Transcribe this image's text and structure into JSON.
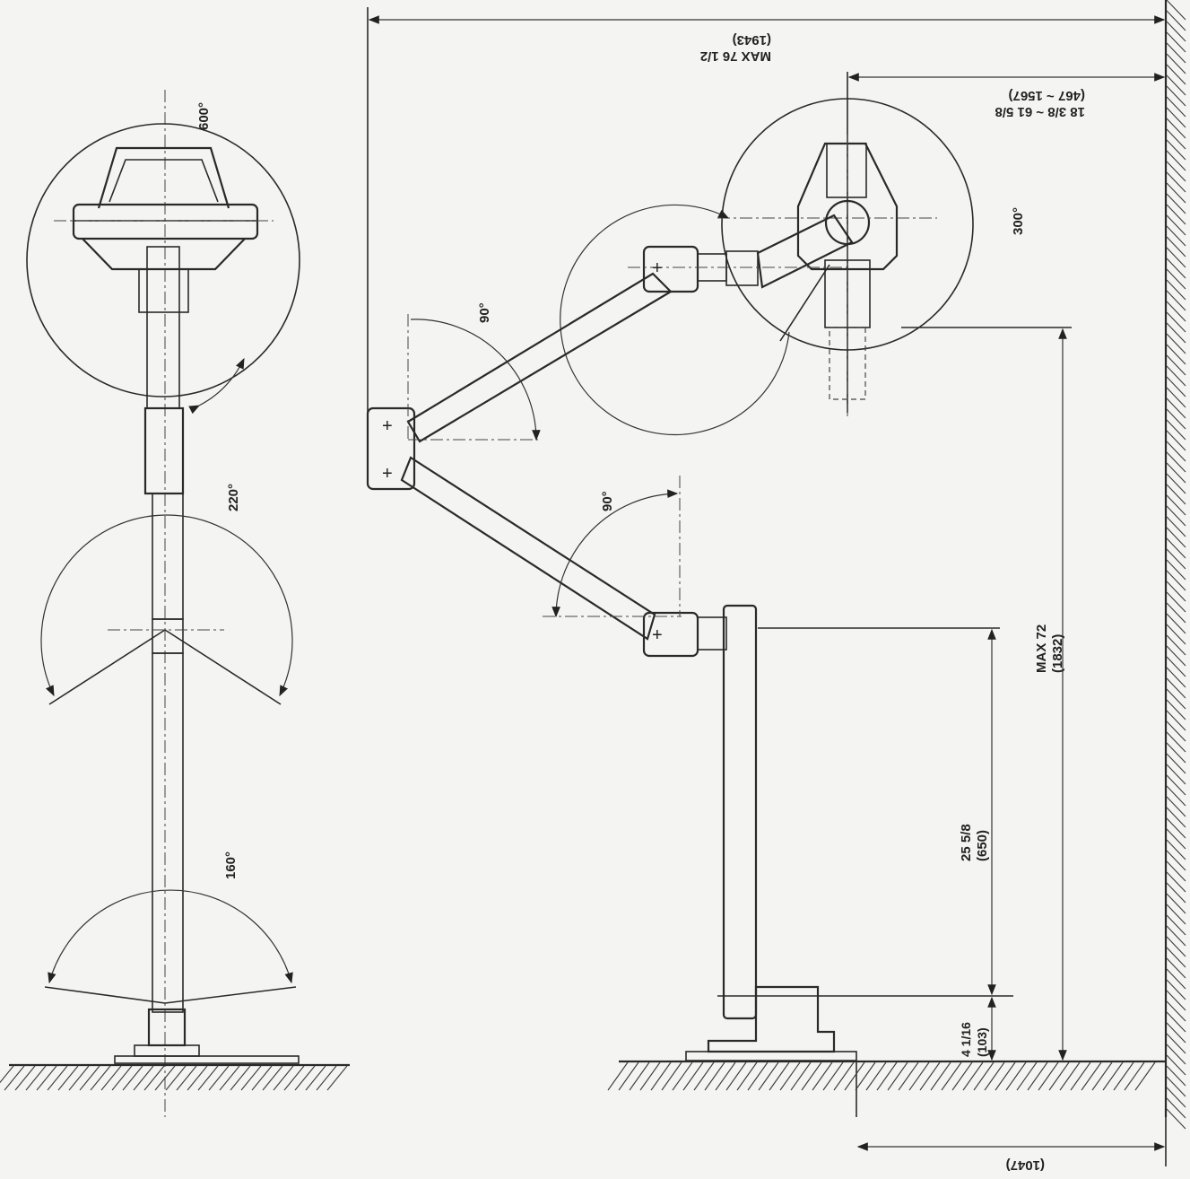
{
  "left_view": {
    "angle_top": "600°",
    "angle_mid": "220°",
    "angle_low": "160°"
  },
  "side_view": {
    "arm_angle_upper": "90°",
    "arm_angle_lower": "90°",
    "head_rotation": "300°"
  },
  "dimensions": {
    "max_reach": "MAX 76 1/2",
    "max_reach_mm": "(1943)",
    "head_offset": "18 3/8 ~ 61 5/8",
    "head_offset_mm": "(467 ~ 1567)",
    "max_height": "MAX 72",
    "max_height_mm": "(1832)",
    "post_height": "25 5/8",
    "post_height_mm": "(650)",
    "base_height": "4 1/16",
    "base_height_mm": "(103)",
    "bottom_span_mm": "(1047)"
  }
}
